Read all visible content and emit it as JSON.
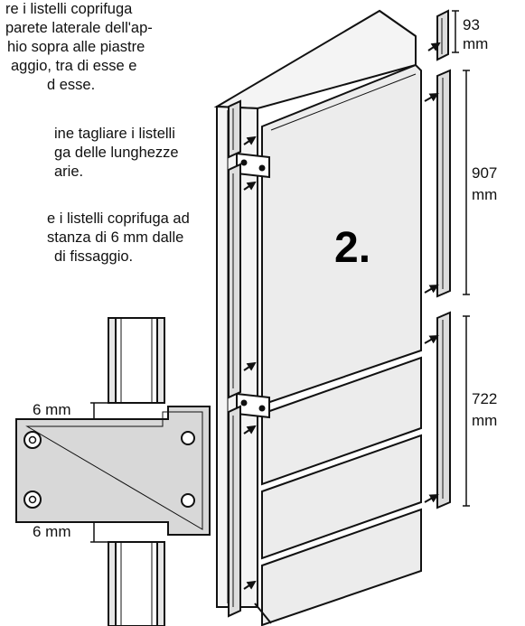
{
  "instructions": {
    "paragraphs": [
      {
        "lines": [
          "re i listelli coprifuga",
          "parete laterale dell'ap-",
          "hio sopra alle piastre",
          "aggio, tra di esse e",
          "d esse."
        ]
      },
      {
        "lines": [
          "ine tagliare i listelli",
          "ga delle lunghezze",
          "arie."
        ]
      },
      {
        "lines": [
          "e i listelli coprifuga ad",
          "stanza di 6 mm dalle",
          " di fissaggio."
        ]
      }
    ]
  },
  "diagram": {
    "step_label": "2.",
    "strips": [
      {
        "value": "93",
        "unit": "mm"
      },
      {
        "value": "907",
        "unit": "mm"
      },
      {
        "value": "722",
        "unit": "mm"
      }
    ],
    "detail": {
      "gap_top": "6 mm",
      "gap_bottom": "6 mm"
    }
  }
}
